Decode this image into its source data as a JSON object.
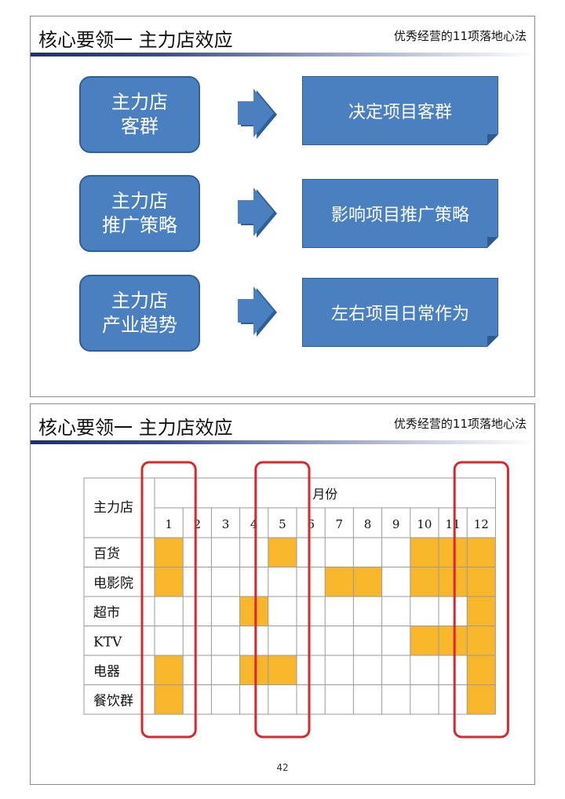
{
  "slide1": {
    "title": "核心要领一  主力店效应",
    "subtitle": "优秀经营的11项落地心法",
    "rows": [
      {
        "left_line1": "主力店",
        "left_line2": "客群",
        "right": "决定项目客群"
      },
      {
        "left_line1": "主力店",
        "left_line2": "推广策略",
        "right": "影响项目推广策略"
      },
      {
        "left_line1": "主力店",
        "left_line2": "产业趋势",
        "right": "左右项目日常作为"
      }
    ],
    "colors": {
      "box": "#4a7fc0",
      "box_border": "#2f5f98"
    }
  },
  "slide2": {
    "title": "核心要领一  主力店效应",
    "subtitle": "优秀经营的11项落地心法",
    "page_number": "42",
    "table": {
      "corner_label": "主力店",
      "month_header": "月份",
      "months": [
        "1",
        "2",
        "3",
        "4",
        "5",
        "6",
        "7",
        "8",
        "9",
        "10",
        "11",
        "12"
      ],
      "rows": [
        {
          "label": "百货",
          "filled": [
            1,
            5,
            10,
            11,
            12
          ]
        },
        {
          "label": "电影院",
          "filled": [
            1,
            7,
            8,
            10,
            11,
            12
          ]
        },
        {
          "label": "超市",
          "filled": [
            4,
            12
          ]
        },
        {
          "label": "KTV",
          "filled": [
            10,
            11,
            12
          ]
        },
        {
          "label": "电器",
          "filled": [
            1,
            4,
            5,
            12
          ]
        },
        {
          "label": "餐饮群",
          "filled": [
            1,
            12
          ]
        }
      ],
      "highlighted_months": [
        "1",
        "5",
        "12"
      ],
      "colors": {
        "fill": "#f8b62a",
        "highlight": "#d9272e",
        "grid": "#9a9a9a"
      }
    }
  }
}
